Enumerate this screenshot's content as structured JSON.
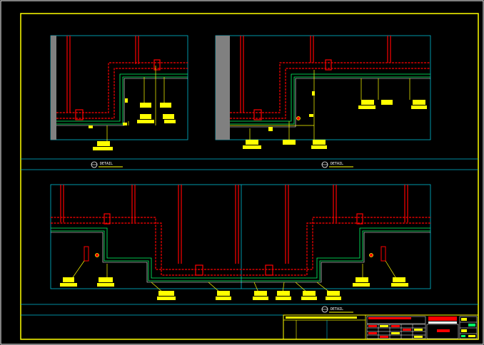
{
  "drawing": {
    "background_color": "#000000",
    "colors": {
      "frame": "#ffff00",
      "viewport": "#00bcd4",
      "duct": "#ff0000",
      "wall_fill": "#808080",
      "tags": "#ffff00",
      "insulation": "#00ff66",
      "labels": "#ffffff"
    },
    "details": [
      {
        "caption": "DETAIL"
      },
      {
        "caption": "DETAIL"
      },
      {
        "caption": "DETAIL"
      }
    ],
    "title_block": {
      "sheet_title": "",
      "drawing_number": ""
    }
  }
}
